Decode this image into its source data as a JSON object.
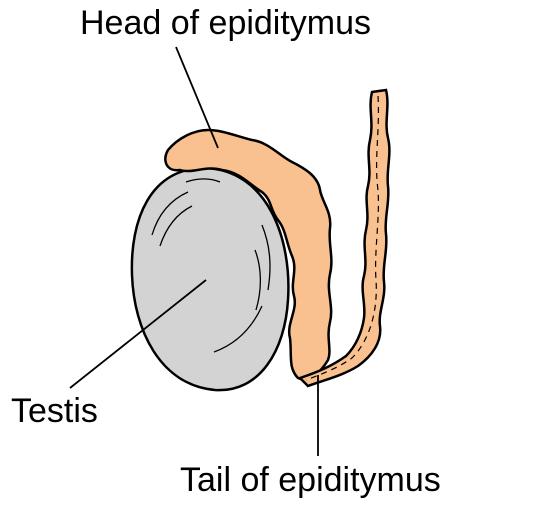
{
  "labels": {
    "head": "Head of epiditymus",
    "testis": "Testis",
    "tail": "Tail of epiditymus"
  },
  "colors": {
    "epididymis_fill": "#F9C18F",
    "testis_fill": "#D3D3D3",
    "outline": "#000000"
  }
}
